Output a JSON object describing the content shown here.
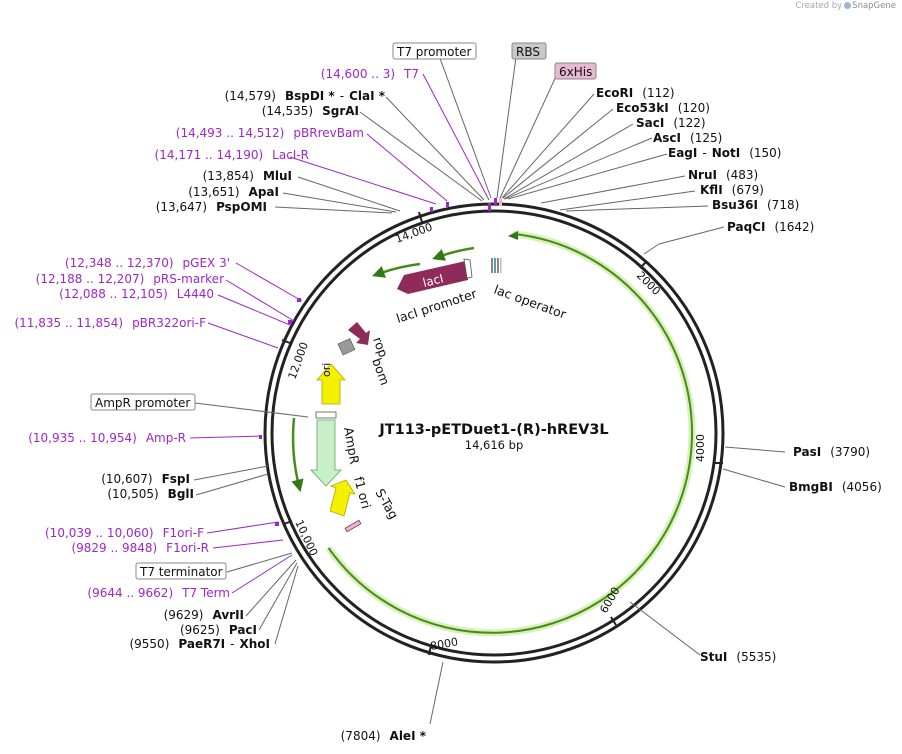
{
  "credit": {
    "prefix": "Created by",
    "brand": "SnapGene"
  },
  "plasmid": {
    "name": "JT113-pETDuet1-(R)-hREV3L",
    "length": "14,616 bp"
  },
  "ruler": [
    "2000",
    "4000",
    "6000",
    "8000",
    "10,000",
    "12,000",
    "14,000"
  ],
  "enzymes_right": [
    {
      "name": "EcoRI",
      "pos": "(112)"
    },
    {
      "name": "Eco53kI",
      "pos": "(120)"
    },
    {
      "name": "SacI",
      "pos": "(122)"
    },
    {
      "name": "AscI",
      "pos": "(125)"
    },
    {
      "name": "EagI",
      "sep": "-",
      "name2": "NotI",
      "pos": "(150)"
    },
    {
      "name": "NruI",
      "pos": "(483)"
    },
    {
      "name": "KflI",
      "pos": "(679)"
    },
    {
      "name": "Bsu36I",
      "pos": "(718)"
    },
    {
      "name": "PaqCI",
      "pos": "(1642)"
    },
    {
      "name": "PasI",
      "pos": "(3790)"
    },
    {
      "name": "BmgBI",
      "pos": "(4056)"
    },
    {
      "name": "StuI",
      "pos": "(5535)"
    }
  ],
  "enzymes_left": [
    {
      "pos": "(14,579)",
      "name": "BspDI *",
      "sep": "-",
      "name2": "ClaI *"
    },
    {
      "pos": "(14,535)",
      "name": "SgrAI"
    },
    {
      "pos": "(13,854)",
      "name": "MluI"
    },
    {
      "pos": "(13,651)",
      "name": "ApaI"
    },
    {
      "pos": "(13,647)",
      "name": "PspOMI"
    },
    {
      "pos": "(10,607)",
      "name": "FspI"
    },
    {
      "pos": "(10,505)",
      "name": "BglI"
    },
    {
      "pos": "(9629)",
      "name": "AvrII"
    },
    {
      "pos": "(9625)",
      "name": "PacI"
    },
    {
      "pos": "(9550)",
      "name": "PaeR7I",
      "sep": "-",
      "name2": "XhoI"
    },
    {
      "pos": "(7804)",
      "name": "AleI *"
    }
  ],
  "primers": [
    {
      "range": "(14,600 .. 3)",
      "name": "T7"
    },
    {
      "range": "(14,493 .. 14,512)",
      "name": "pBRrevBam"
    },
    {
      "range": "(14,171 .. 14,190)",
      "name": "LacI-R"
    },
    {
      "range": "(12,348 .. 12,370)",
      "name": "pGEX 3'"
    },
    {
      "range": "(12,188 .. 12,207)",
      "name": "pRS-marker"
    },
    {
      "range": "(12,088 .. 12,105)",
      "name": "L4440"
    },
    {
      "range": "(11,835 .. 11,854)",
      "name": "pBR322ori-F"
    },
    {
      "range": "(10,935 .. 10,954)",
      "name": "Amp-R"
    },
    {
      "range": "(10,039 .. 10,060)",
      "name": "F1ori-F"
    },
    {
      "range": "(9829 .. 9848)",
      "name": "F1ori-R"
    },
    {
      "range": "(9644 .. 9662)",
      "name": "T7 Term"
    }
  ],
  "boxed_features": [
    "T7 promoter",
    "RBS",
    "6xHis",
    "AmpR promoter",
    "T7 terminator"
  ],
  "inner_features": [
    "lacI",
    "lacI promoter",
    "lac operator",
    "rop",
    "bom",
    "ori",
    "AmpR",
    "f1 ori",
    "S-Tag"
  ],
  "colors": {
    "primer": "#9d27c9",
    "gene_arrow": "#4a8a1c",
    "lacI": "#8e2b5a",
    "ori": "#f5ef00",
    "ampr": "#c8f0c8",
    "rbs": "#c8c8c8",
    "his": "#e7b8cf"
  }
}
